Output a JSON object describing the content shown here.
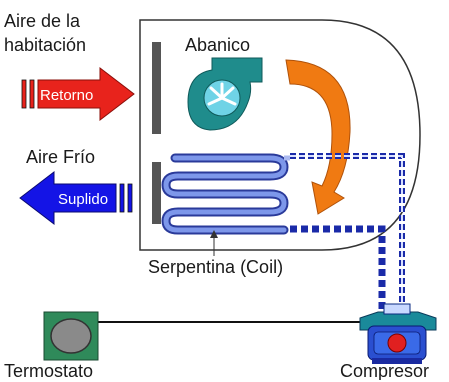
{
  "labels": {
    "room_air_line1": "Aire de la",
    "room_air_line2": "habitación",
    "return_arrow": "Retorno",
    "cold_air": "Aire Frío",
    "supply_arrow": "Suplido",
    "fan": "Abanico",
    "coil": "Serpentina (Coil)",
    "thermostat": "Termostato",
    "compressor": "Compresor"
  },
  "colors": {
    "return_arrow": "#e8231c",
    "supply_arrow": "#1414e6",
    "fan_housing": "#1f8c8c",
    "fan_wheel": "#6fd3e6",
    "airflow_arrow": "#f07a12",
    "coil": "#4a6fd8",
    "refrigerant_line": "#1a2aa8",
    "thermostat_body": "#2f8a5a",
    "thermostat_dial": "#8a8a8a",
    "compressor_body": "#2a4fd0",
    "compressor_motor": "#e02020",
    "cabinet_outline": "#333333"
  }
}
